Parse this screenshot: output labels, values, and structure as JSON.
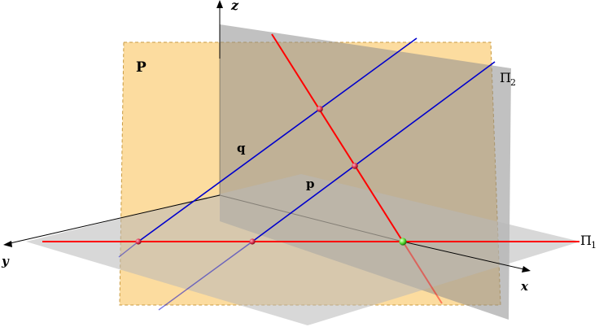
{
  "labels": {
    "axis_z": "z",
    "axis_y": "y",
    "axis_x": "x",
    "plane_p": "P",
    "plane_pi2": "Π",
    "plane_pi2_sub": "2",
    "plane_pi1": "Π",
    "plane_pi1_sub": "1",
    "line_q": "q",
    "line_p": "p"
  },
  "colors": {
    "plane_p_fill": "#fcd68e",
    "plane_p_edge": "#c89a40",
    "plane_pi1_fill": "#bfbfbf",
    "plane_pi2_fill": "#8e8e8e",
    "trace_line": "#ff0000",
    "parallel_line": "#0000cc",
    "point_red": "#e0405a",
    "point_green": "#55dd33",
    "axis": "#000000"
  }
}
